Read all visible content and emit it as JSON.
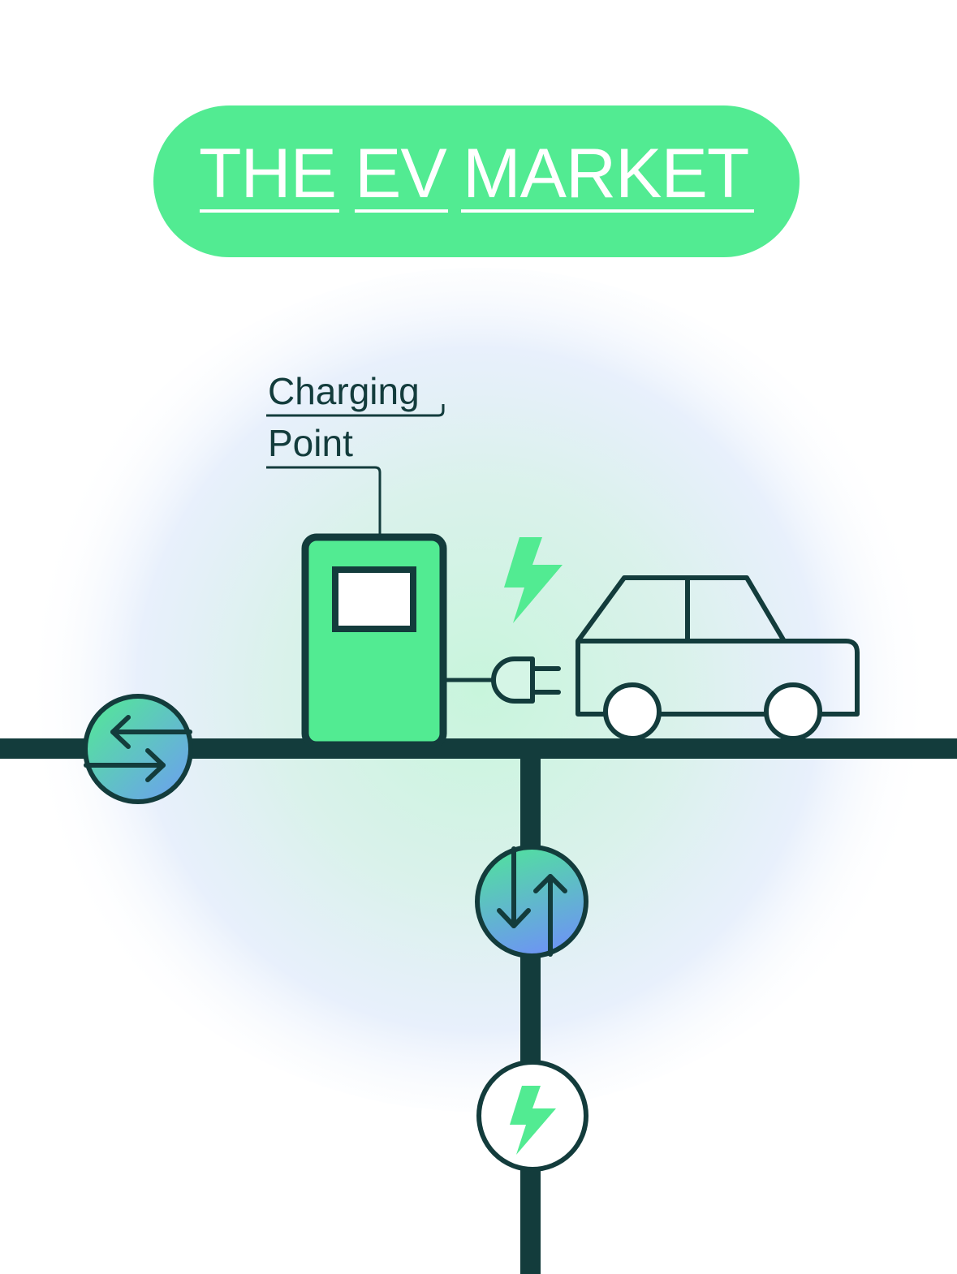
{
  "title": {
    "words": [
      "THE",
      "EV",
      "MARKET"
    ]
  },
  "charging_label": {
    "line1": "Charging",
    "line2": "Point"
  },
  "icons": {
    "bidirectional_horizontal": "arrows-left-right-icon",
    "bidirectional_vertical": "arrows-up-down-icon",
    "power_node": "lightning-bolt-icon",
    "charge_spark": "lightning-bolt-icon",
    "plug": "plug-icon",
    "car": "car-icon",
    "charger": "charging-station-icon"
  },
  "colors": {
    "title_pill": "#52eb92",
    "ink": "#133c3c",
    "accent_green": "#52eb92",
    "accent_blue": "#6d9cf4",
    "glow_green": "#c8f5dc",
    "glow_blue": "#dce8fb"
  }
}
